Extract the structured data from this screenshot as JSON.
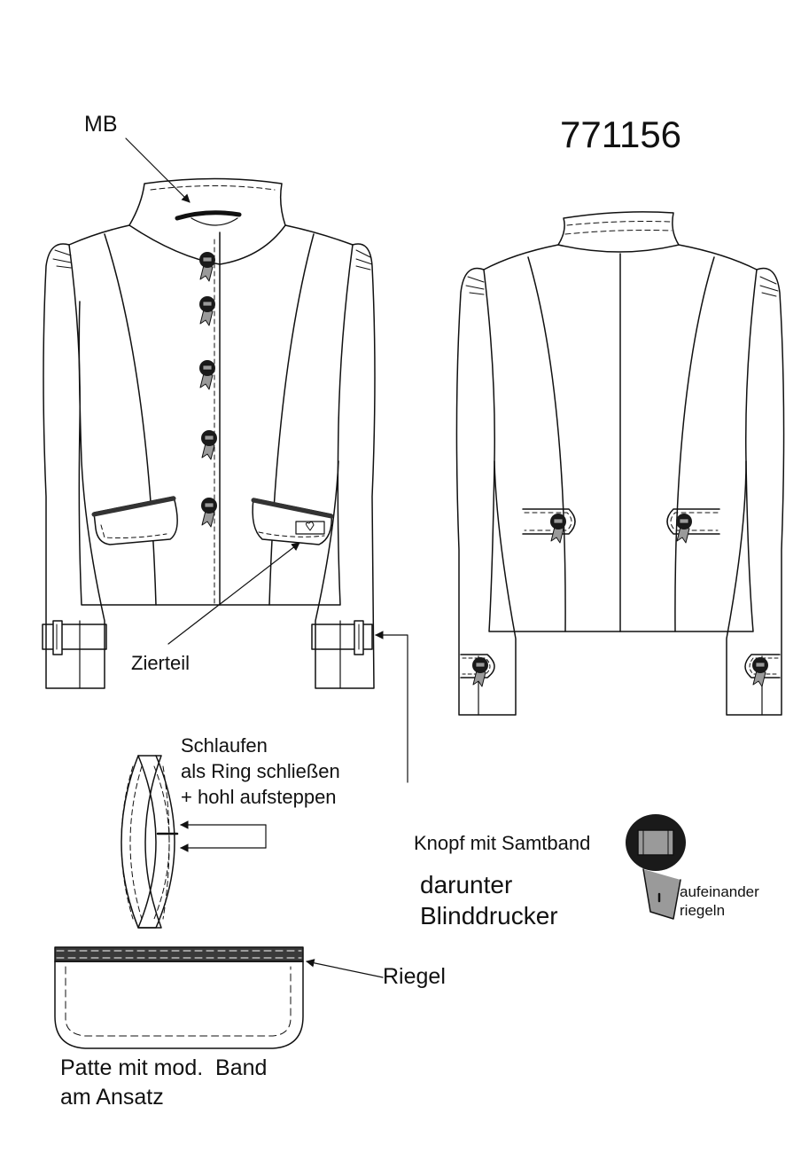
{
  "sheet": {
    "style_number": "771156",
    "labels": {
      "mb": "MB",
      "zierteil": "Zierteil",
      "schlaufen": [
        "Schlaufen",
        "als Ring schließen",
        "+ hohl aufsteppen"
      ],
      "knopf": "Knopf mit Samtband",
      "darunter": [
        "darunter",
        "Blinddrucker"
      ],
      "aufeinander": [
        "aufeinander",
        "riegeln"
      ],
      "riegel": "Riegel",
      "patte": [
        "Patte mit mod.  Band",
        "am Ansatz"
      ]
    }
  },
  "colors": {
    "line": "#111111",
    "button": "#1a1a1a",
    "button_inner": "#9a9a9a",
    "band": "#7a7a7a",
    "band_dark": "#3a3a3a"
  },
  "icons": {
    "button": "velvet-ribbon-button-icon",
    "arrow": "arrow-head-icon",
    "heart": "heart-icon"
  }
}
